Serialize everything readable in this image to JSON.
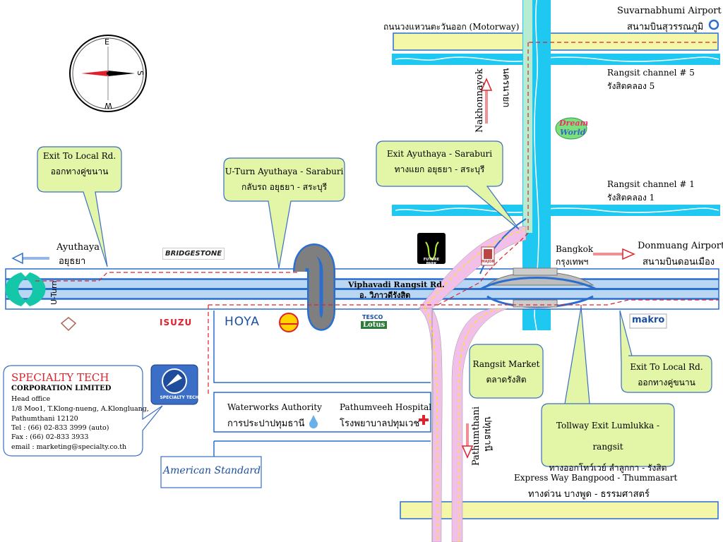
{
  "roads": {
    "motorway": "ถนนวงแหวนตะวันออก (Motorway)",
    "main_road_en": "Viphavadi Rangsit Rd.",
    "main_road_th": "อ. วิภาวดีรังสิต",
    "channel5_en": "Rangsit channel # 5",
    "channel5_th": "รังสิตคลอง 5",
    "channel1_en": "Rangsit channel # 1",
    "channel1_th": "รังสิตคลอง 1",
    "uturn_label": "U-Turn",
    "expressway_en": "Express Way Bangpood - Thummasart",
    "expressway_th": "ทางด่วน บางพูด - ธรรมศาสตร์"
  },
  "directions": {
    "suvarnabhumi_en": "Suvarnabhumi Airport",
    "suvarnabhumi_th": "สนามบินสุวรรณภูมิ",
    "nakhonnayok_en": "Nakhonnayok",
    "nakhonnayok_th": "นครนายก",
    "ayuthaya_en": "Ayuthaya",
    "ayuthaya_th": "อยุธยา",
    "bangkok_en": "Bangkok",
    "bangkok_th": "กรุงเทพฯ",
    "donmuang_en": "Donmuang Airport",
    "donmuang_th": "สนามบินดอนเมือง",
    "pathumthani_en": "Pathumthani",
    "pathumthani_th": "ปทุมธานี"
  },
  "compass": {
    "e": "E",
    "s": "S",
    "w": "W"
  },
  "callouts": {
    "exit_local_left_en": "Exit To Local Rd.",
    "exit_local_left_th": "ออกทางคู่ขนาน",
    "uturn_en": "U-Turn Ayuthaya - Saraburi",
    "uturn_th": "กลับรถ อยุธยา - สระบุรี",
    "exit_ayuthaya_en": "Exit Ayuthaya - Saraburi",
    "exit_ayuthaya_th": "ทางแยก อยุธยา - สระบุรี",
    "rangsit_market_en": "Rangsit Market",
    "rangsit_market_th": "ตลาดรังสิต",
    "exit_local_right_en": "Exit To Local Rd.",
    "exit_local_right_th": "ออกทางคู่ขนาน",
    "tollway_en": "Tollway Exit Lumlukka - rangsit",
    "tollway_th": "ทางออกโทว์เวย์ ลำลูกกา - รังสิต"
  },
  "places": {
    "waterworks_en": "Waterworks Authority",
    "waterworks_th": "การประปาปทุมธานี",
    "hospital_en": "Pathumveeh Hospital",
    "hospital_th": "โรงพยาบาลปทุมเวช"
  },
  "logos": {
    "bridgestone": "BRIDGESTONE",
    "isuzu": "ISUZU",
    "hoya": "HOYA",
    "tesco": "TESCO",
    "lotus": "Lotus",
    "makro": "makro",
    "futurepark": "FUTURE PARK",
    "dreamworld_1": "Dream",
    "dreamworld_2": "World",
    "american_standard": "American Standard",
    "specialty_logo": "SPECIALTY TECH",
    "major": "MAJOR"
  },
  "company": {
    "name": "SPECIALTY TECH",
    "subtitle": "CORPORATION LIMITED",
    "office": "Head office",
    "address1": "1/8 Moo1, T.Klong-nueng, A.Klongluang,",
    "address2": "Pathumthani 12120",
    "tel": "Tel : (66) 02-833 3999 (auto)",
    "fax": "Fax : (66) 02-833 3933",
    "email": "email : marketing@specialty.co.th"
  },
  "colors": {
    "highway_fill": "#b9d6f2",
    "highway_border": "#2a6fd0",
    "canal": "#1ec8f0",
    "motorway_yellow": "#f5f7a8",
    "callout_fill": "#e3f5a6",
    "callout_border": "#3a6fc4",
    "route_red": "#e0202a",
    "ramp_pink": "#f2bfe8"
  }
}
